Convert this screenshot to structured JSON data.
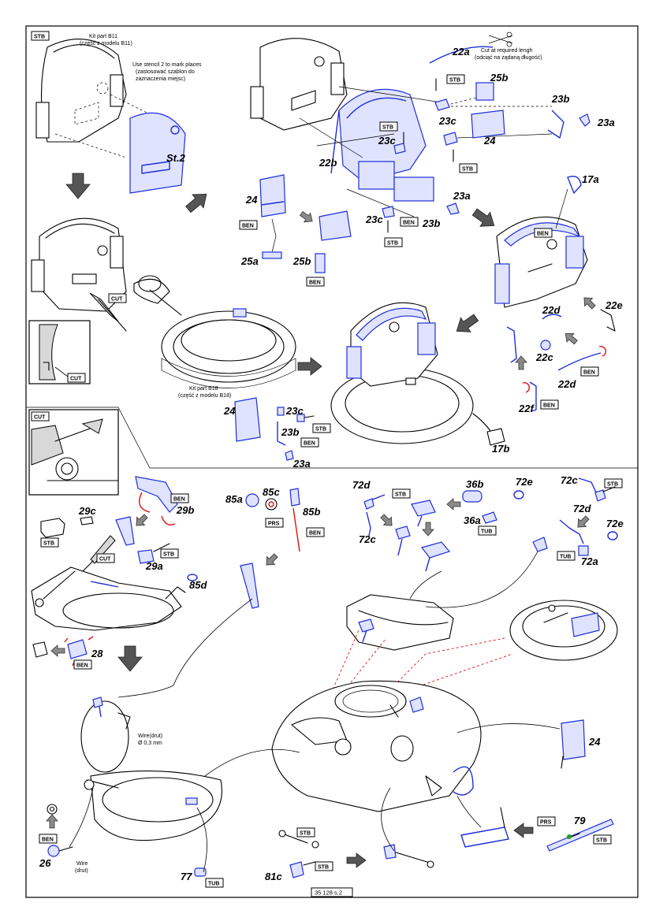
{
  "notes": {
    "kit_b11": "Kit part B11",
    "kit_b11_pl": "(część z modelu B11)",
    "stencil_1": "Use stencil 2 to mark places",
    "stencil_2": "(zastosować szablon do",
    "stencil_3": "zaznaczenia miejsc)",
    "stencil_label": "St.2",
    "cut_1": "Cut at required lengh",
    "cut_2": "(odciąć na żądaną długość)",
    "kit_b18": "Kit part B18",
    "kit_b18_pl": "(część z modelu B18)",
    "wire_drut": "Wire(drut)",
    "wire_size": "Ø 0,3 mm",
    "wire_1": "Wire",
    "wire_2": "(drut)"
  },
  "tags": {
    "stb": "STB",
    "ben": "BEN",
    "cut": "CUT",
    "prs": "PRS",
    "tub": "TUB"
  },
  "parts": {
    "p22a": "22a",
    "p25b": "25b",
    "p23b": "23b",
    "p23a": "23a",
    "p23c": "23c",
    "p24": "24",
    "p22b": "22b",
    "p17a": "17a",
    "p25a": "25a",
    "p22e": "22e",
    "p22d": "22d",
    "p22c": "22c",
    "p22f": "22f",
    "p17b": "17b",
    "p72d": "72d",
    "p36b": "36b",
    "p72e": "72e",
    "p72c": "72c",
    "p36a": "36a",
    "p72a": "72a",
    "p85a": "85a",
    "p85c": "85c",
    "p85b": "85b",
    "p29b": "29b",
    "p29c": "29c",
    "p29a": "29a",
    "p85d": "85d",
    "p28": "28",
    "p26": "26",
    "p77": "77",
    "p81c": "81c",
    "p79": "79"
  },
  "footer": {
    "page_code": "35 128 s.2"
  }
}
